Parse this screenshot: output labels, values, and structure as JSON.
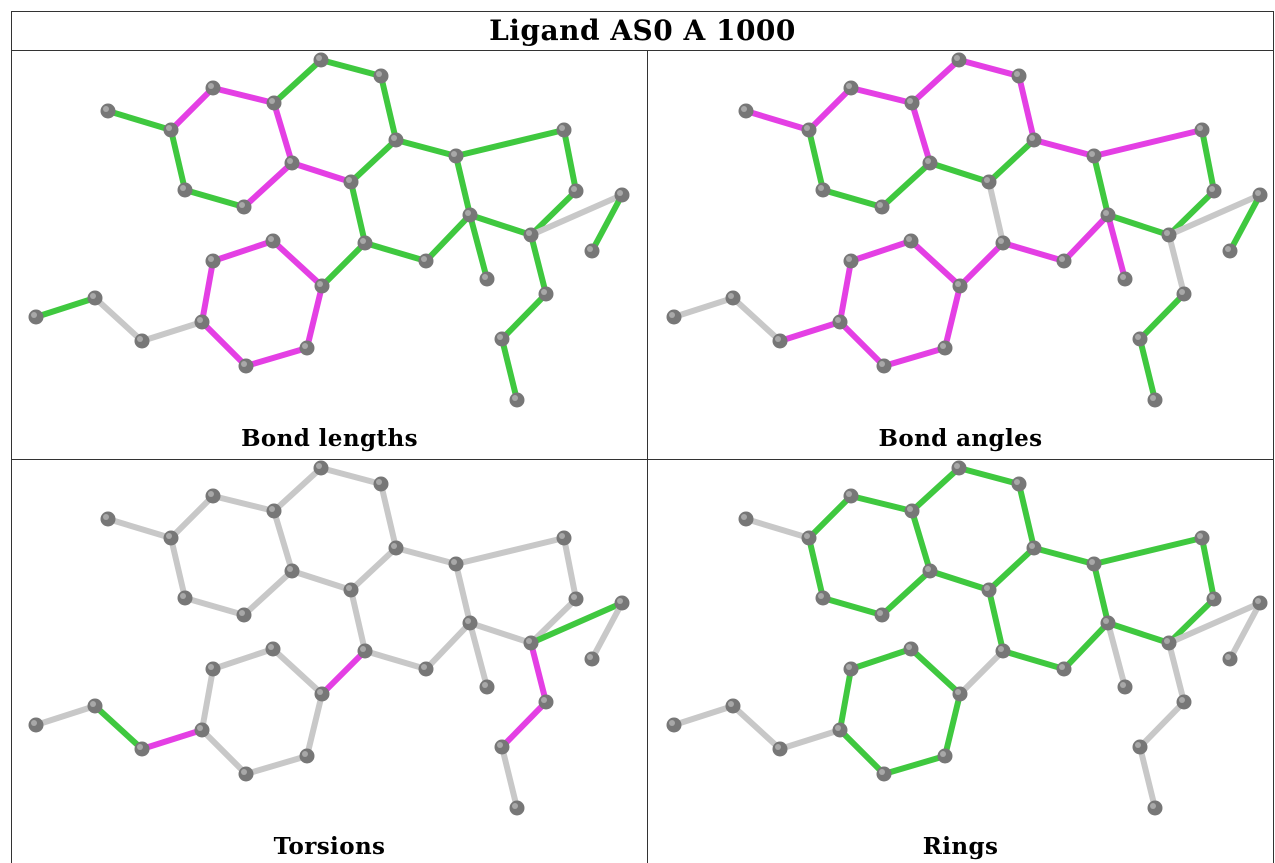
{
  "title": "Ligand AS0 A 1000",
  "colors": {
    "outlier": "#e43fe4",
    "ok": "#3fc83f",
    "unassessed": "#c8c8c8",
    "atom": "#777777"
  },
  "panels": [
    {
      "caption": "Bond lengths"
    },
    {
      "caption": "Bond angles"
    },
    {
      "caption": "Torsions"
    },
    {
      "caption": "Rings"
    }
  ]
}
